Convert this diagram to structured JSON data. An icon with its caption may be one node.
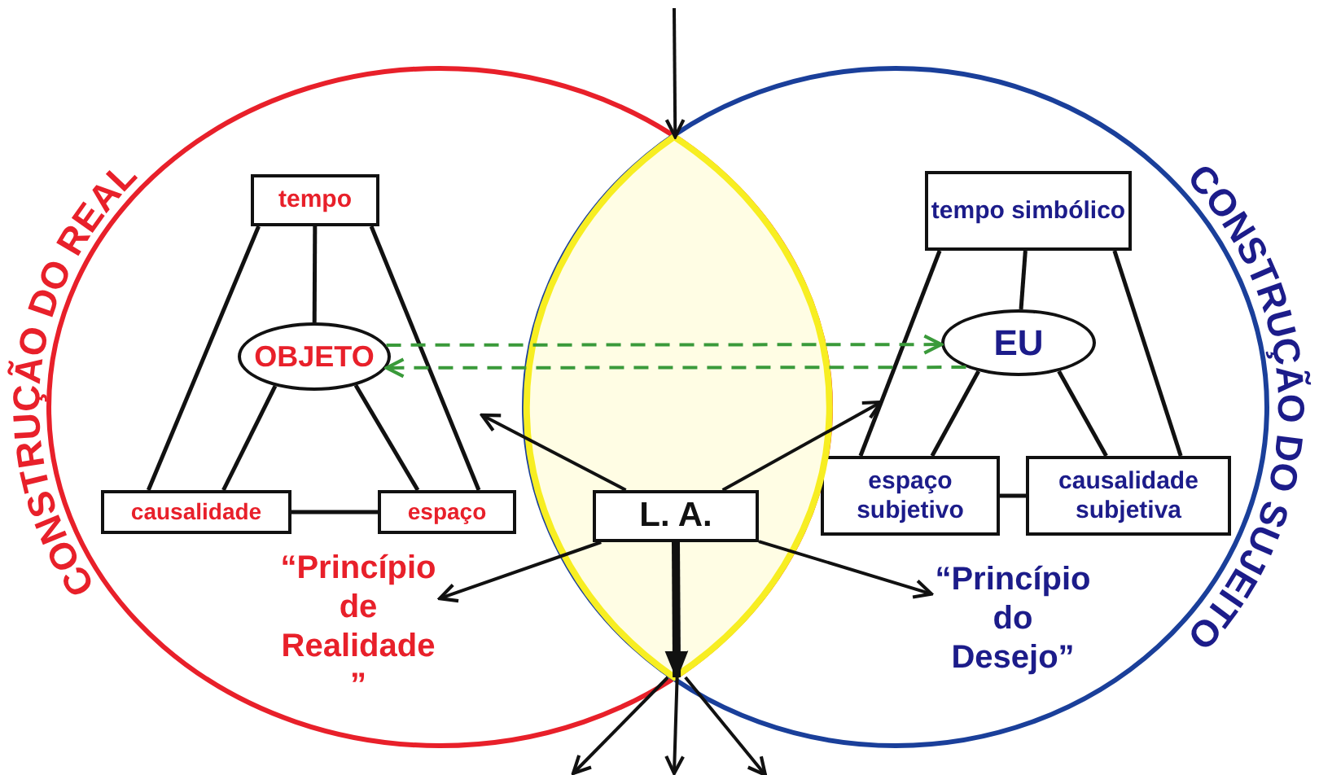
{
  "diagram": {
    "nodes": [
      {
        "text": [
          "CONSTRUÇÃO DO REAL"
        ]
      },
      {
        "text": [
          "tempo"
        ],
        "in": 0
      },
      {
        "text": [
          "OBJETO"
        ],
        "in": 0
      },
      {
        "text": [
          "causalidade"
        ],
        "in": 0
      },
      {
        "text": [
          "espaço"
        ],
        "in": 0
      },
      {
        "text": [
          "“Princípio de Realidade ”"
        ],
        "in": 0
      },
      {
        "text": [
          "CONSTRUÇÃO DO SUJEITO"
        ]
      },
      {
        "text": [
          "tempo simbólico"
        ],
        "in": 6
      },
      {
        "text": [
          "EU"
        ],
        "in": 6
      },
      {
        "text": [
          "espaço subjetivo"
        ],
        "in": 6
      },
      {
        "text": [
          "causalidade subjetiva"
        ],
        "in": 6
      },
      {
        "text": [
          "“Princípio do Desejo”"
        ],
        "in": 6
      },
      {
        "text": [],
        "shape": "lens"
      },
      {
        "text": [
          "L. A."
        ],
        "in": 12
      }
    ],
    "edges": [
      {
        "from": 1,
        "to": 2,
        "arrow": "none"
      },
      {
        "from": 1,
        "to": 3,
        "arrow": "none"
      },
      {
        "from": 1,
        "to": 4,
        "arrow": "none"
      },
      {
        "from": 2,
        "to": 3,
        "arrow": "none"
      },
      {
        "from": 2,
        "to": 4,
        "arrow": "none"
      },
      {
        "from": 3,
        "to": 4,
        "arrow": "none"
      },
      {
        "from": 7,
        "to": 8,
        "arrow": "none"
      },
      {
        "from": 7,
        "to": 9,
        "arrow": "none"
      },
      {
        "from": 7,
        "to": 10,
        "arrow": "none"
      },
      {
        "from": 8,
        "to": 9,
        "arrow": "none"
      },
      {
        "from": 8,
        "to": 10,
        "arrow": "none"
      },
      {
        "from": 9,
        "to": 10,
        "arrow": "none"
      },
      {
        "from": 2,
        "to": 8,
        "arrow": "to",
        "style": "dashed",
        "color": "#3a9a3a"
      },
      {
        "from": 8,
        "to": 2,
        "arrow": "to",
        "style": "dashed",
        "color": "#3a9a3a"
      },
      {
        "from": null,
        "to": 12,
        "arrow": "to"
      },
      {
        "from": 13,
        "to": null,
        "arrow": "to"
      },
      {
        "from": 13,
        "to": 5,
        "arrow": "to"
      },
      {
        "from": 13,
        "to": null,
        "arrow": "to"
      },
      {
        "from": 13,
        "to": 11,
        "arrow": "to"
      },
      {
        "from": 13,
        "to": 12,
        "arrow": "to",
        "style": "thick"
      },
      {
        "from": 12,
        "to": null,
        "arrow": "to"
      },
      {
        "from": 12,
        "to": null,
        "arrow": "to"
      },
      {
        "from": 12,
        "to": null,
        "arrow": "to"
      }
    ]
  }
}
